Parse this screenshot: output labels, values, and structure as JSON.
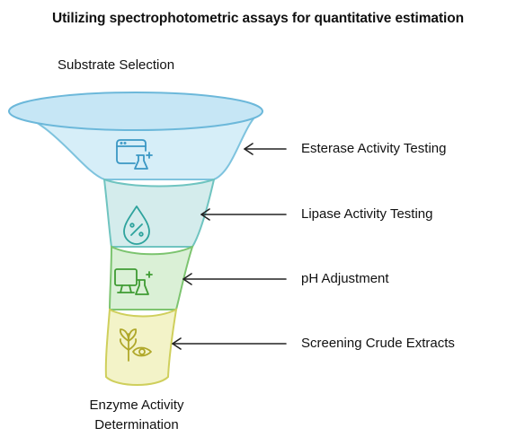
{
  "title": "Utilizing spectrophotometric assays for quantitative estimation",
  "top_label": "Substrate Selection",
  "bottom_label_line1": "Enzyme Activity",
  "bottom_label_line2": "Determination",
  "stages": [
    {
      "label": "Esterase Activity Testing",
      "icon": "browser-flask-icon",
      "fill": "#d6eef8",
      "stroke": "#7ec3de"
    },
    {
      "label": "Lipase Activity Testing",
      "icon": "percent-drop-icon",
      "fill": "#d4ecec",
      "stroke": "#6fc4c0"
    },
    {
      "label": "pH Adjustment",
      "icon": "monitor-flask-icon",
      "fill": "#daf0d6",
      "stroke": "#7cc46f"
    },
    {
      "label": "Screening Crude Extracts",
      "icon": "plant-eye-icon",
      "fill": "#f3f3c8",
      "stroke": "#cfcf5c"
    }
  ],
  "colors": {
    "rim_fill": "#c6e6f5",
    "rim_stroke": "#6cb8da",
    "arrow": "#222222"
  }
}
